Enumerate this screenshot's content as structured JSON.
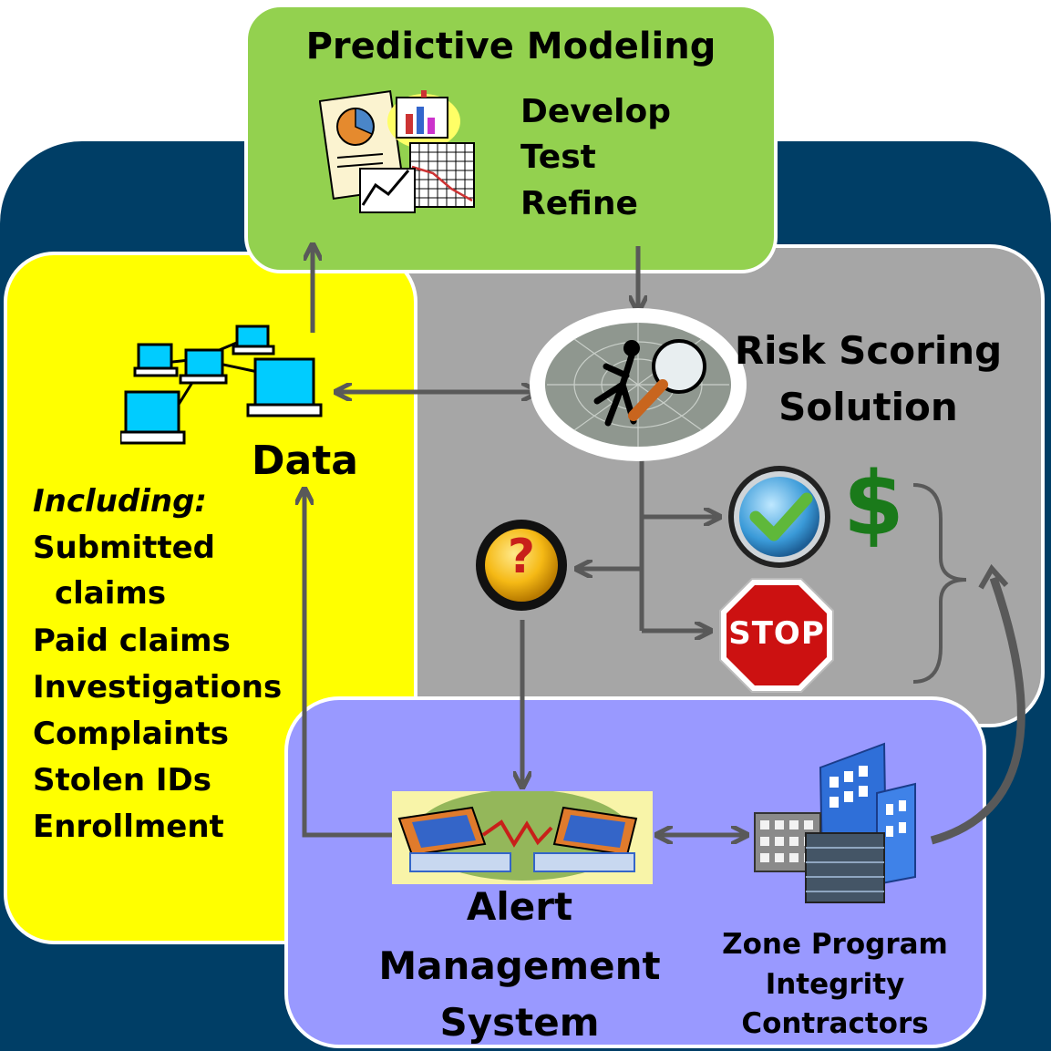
{
  "predictive": {
    "title": "Predictive Modeling",
    "steps": [
      "Develop",
      "Test",
      "Refine"
    ],
    "icon": "charts-report-icon"
  },
  "risk": {
    "title_line1": "Risk Scoring",
    "title_line2": "Solution",
    "icon": "magnifier-detective-icon"
  },
  "data_box": {
    "title": "Data",
    "including_label": "Including:",
    "items": [
      "Submitted",
      "claims",
      "Paid claims",
      "Investigations",
      "Complaints",
      "Stolen IDs",
      "Enrollment"
    ],
    "icon": "computer-network-icon"
  },
  "outcomes": {
    "approve_icon": "check-icon",
    "dollar_symbol": "$",
    "stop_label": "STOP",
    "question_symbol": "?"
  },
  "alert": {
    "line1": "Alert",
    "line2": "Management",
    "line3": "System",
    "icon": "connected-laptops-icon"
  },
  "zpic": {
    "line1": "Zone Program",
    "line2": "Integrity",
    "line3": "Contractors",
    "icon": "office-buildings-icon"
  },
  "colors": {
    "navy_bg": "#003e66",
    "yellow": "#ffff00",
    "gray": "#a6a6a6",
    "green": "#93d14f",
    "blue": "#9999ff",
    "dollar": "#1a7a1a",
    "stop": "#cc1111",
    "arrow": "#595959"
  }
}
